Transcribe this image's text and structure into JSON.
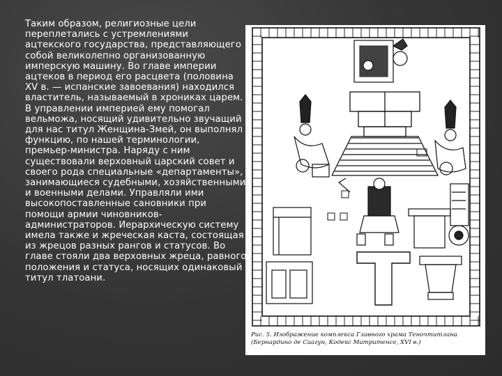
{
  "slide": {
    "paragraph": "Таким образом, религиозные цели переплетались с устремлениями ацтекского государства, представляющего собой великолепно организованную имперскую машину. Во главе империи ацтеков в период его расцвета (половина XV в. — испанские завоевания) находился властитель, называемый в хрониках царем. В управлении империей ему помогал вельможа, носящий удивительно звучащий для нас титул Женщина-Змей, он выполнял функцию, по нашей терминологии, премьер-министра. Наряду с ним существовали верховный царский совет и своего рода специальные «департаменты», занимающиеся судебными, хозяйственными и военными делами. Управляли ими высокопоставленные сановники при помощи армии чиновников-администраторов. Иерархическую систему имела также и жреческая каста, состоящая из жрецов разных рангов и статусов. Во главе стояли два верховных жреца, равного положения и статуса, носящих одинаковый титул тлатоани."
  },
  "figure": {
    "caption_line1": "Рис. 5. Изображение комплекса Главного храма Теночтитлана",
    "caption_line2": "(Бернардино де Саагун, Кодекс Матритенсе, XVI в.)"
  },
  "colors": {
    "background": "#3a3a3a",
    "text": "#ffffff",
    "figure_bg": "#ffffff",
    "ink": "#111111"
  }
}
